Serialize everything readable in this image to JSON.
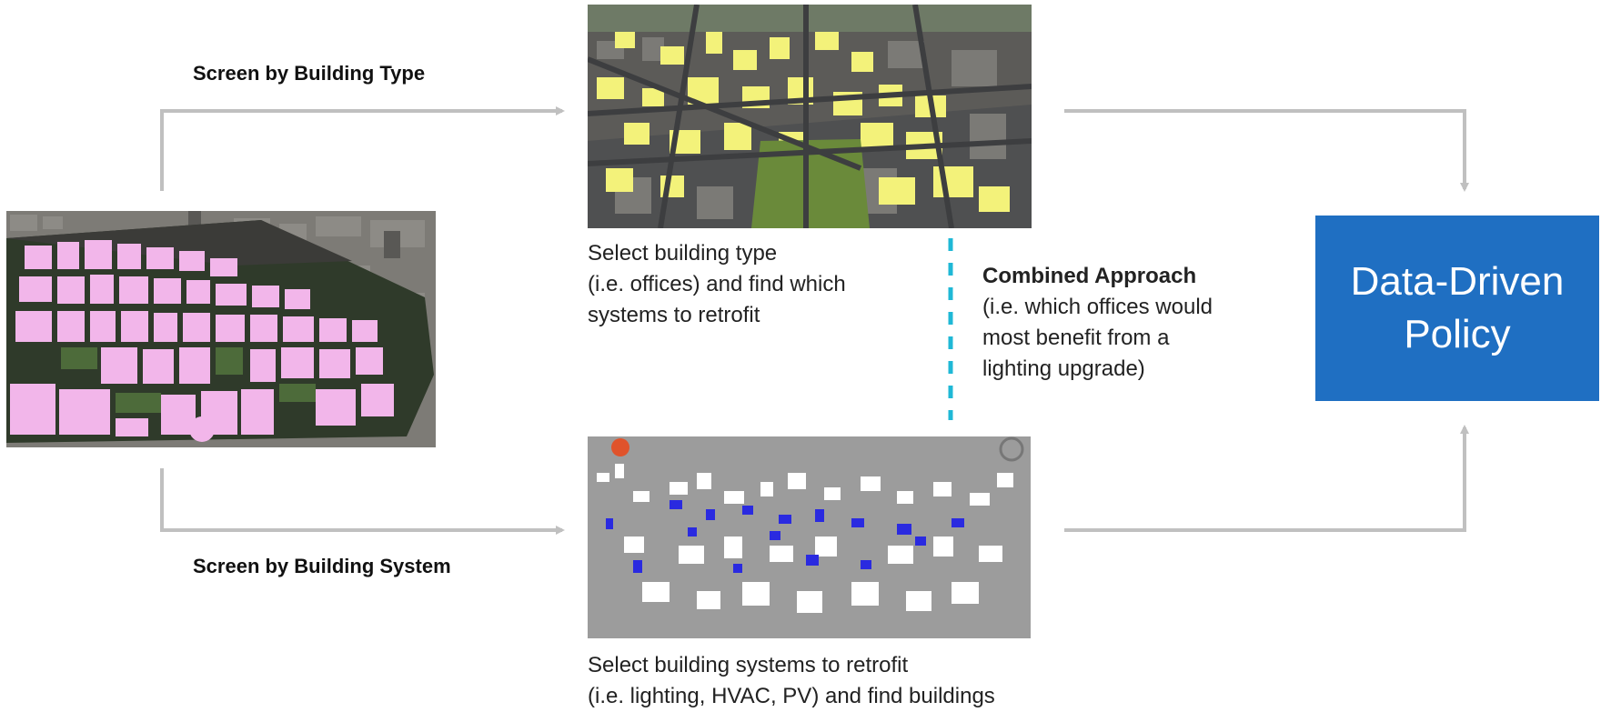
{
  "top_flow": {
    "label": "Screen by Building Type"
  },
  "bottom_flow": {
    "label": "Screen by Building System"
  },
  "type_caption": {
    "lines": [
      "Select building type",
      "(i.e. offices) and find which",
      "systems to retrofit"
    ]
  },
  "combined": {
    "title": "Combined Approach",
    "lines": [
      "(i.e. which offices would",
      "most benefit from a",
      "lighting upgrade)"
    ]
  },
  "system_caption": {
    "lines": [
      "Select building systems to retrofit",
      "(i.e. lighting, HVAC, PV) and find buildings"
    ]
  },
  "policy": {
    "line1": "Data-Driven",
    "line2": "Policy"
  },
  "colors": {
    "policy_box": "#1f6fc2",
    "arrows": "#c0c0c0",
    "dashed_divider": "#1fb8d6",
    "highlight_pink": "#f2b6ea",
    "highlight_yellow": "#f3f27a",
    "highlight_blue": "#2a2ae0"
  },
  "images": {
    "left": "city-map-pink-buildings",
    "top": "aerial-city-yellow-offices",
    "bottom": "city-map-blue-buildings"
  }
}
